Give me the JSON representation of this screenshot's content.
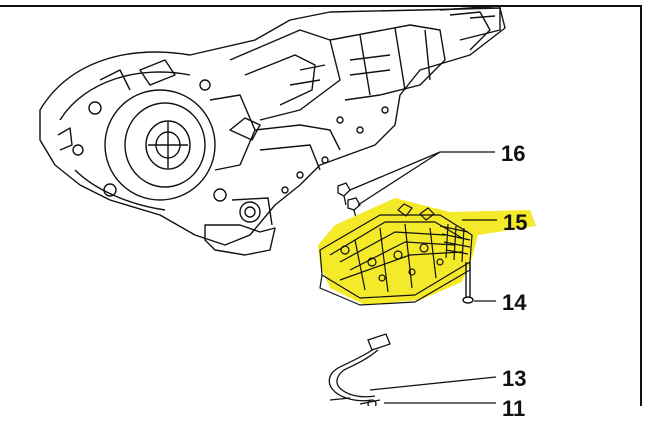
{
  "diagram": {
    "callouts": {
      "c16": "16",
      "c15": "15",
      "c14": "14",
      "c13": "13",
      "c11": "11"
    },
    "highlight_color": "#f5ea2a",
    "line_color": "#111111",
    "background_color": "#ffffff"
  }
}
